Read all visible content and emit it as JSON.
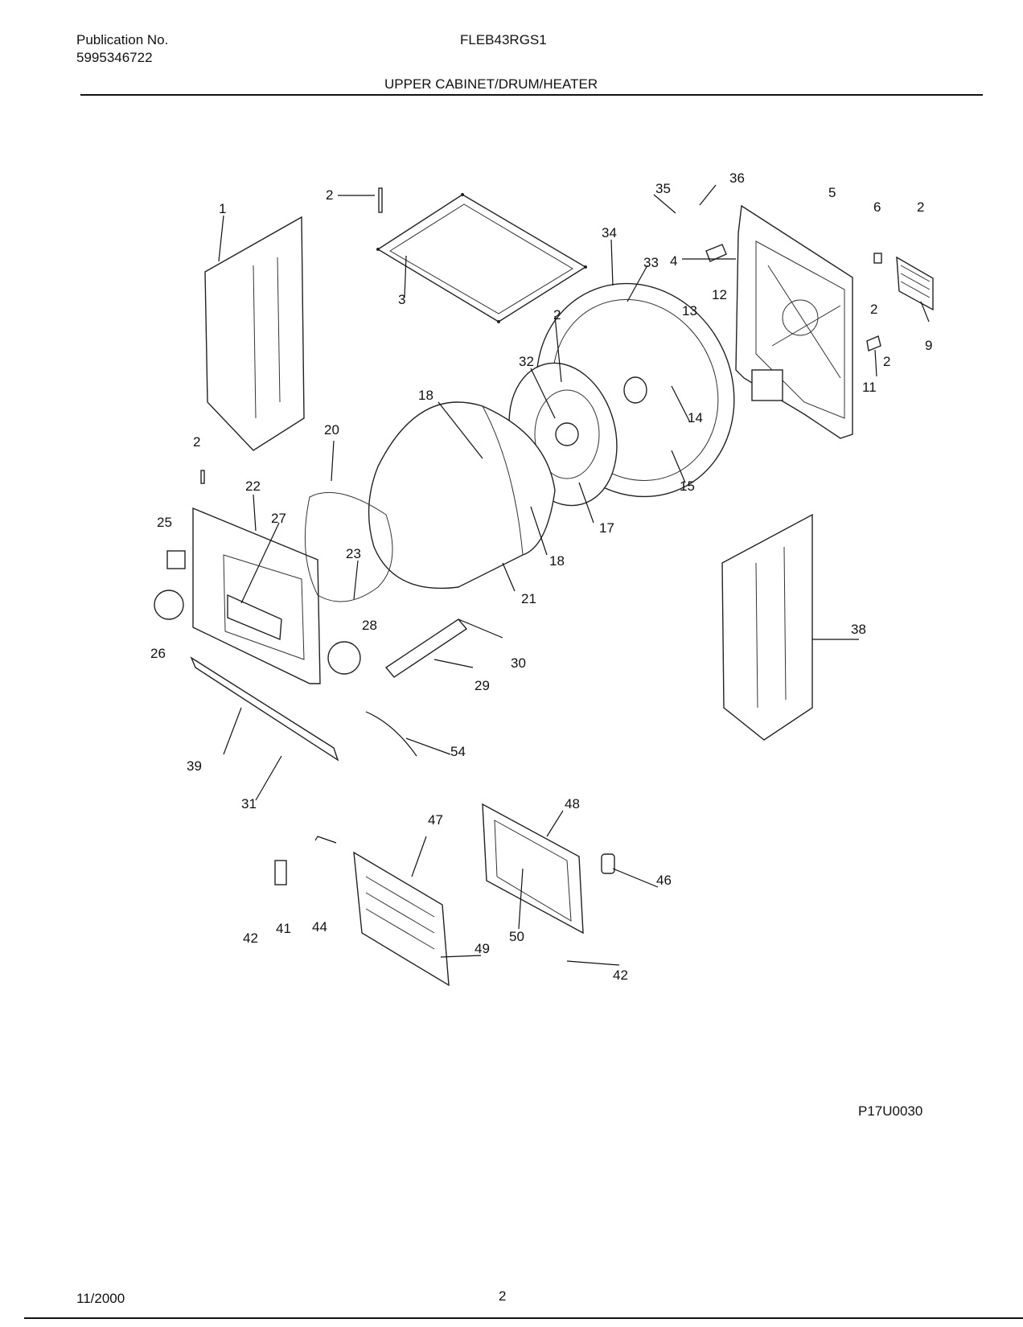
{
  "header": {
    "publication_label": "Publication No.",
    "publication_number": "5995346722",
    "model": "FLEB43RGS1",
    "section_title": "UPPER CABINET/DRUM/HEATER"
  },
  "figure_code": "P17U0030",
  "footer": {
    "date": "11/2000",
    "page": "2"
  },
  "callouts": [
    "1",
    "2",
    "2",
    "2",
    "2",
    "2",
    "2",
    "3",
    "4",
    "5",
    "6",
    "9",
    "11",
    "12",
    "13",
    "14",
    "15",
    "17",
    "18",
    "18",
    "20",
    "21",
    "22",
    "23",
    "25",
    "26",
    "27",
    "28",
    "29",
    "30",
    "31",
    "32",
    "33",
    "34",
    "35",
    "36",
    "38",
    "39",
    "41",
    "42",
    "42",
    "44",
    "46",
    "47",
    "48",
    "49",
    "50",
    "54"
  ]
}
